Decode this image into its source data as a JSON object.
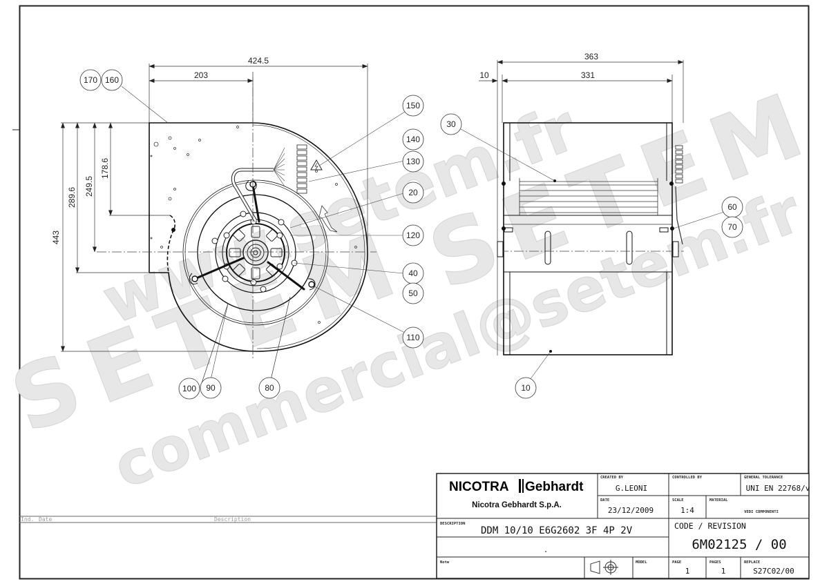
{
  "drawing": {
    "front_view": {
      "dimensions": {
        "overall_width": "424.5",
        "half_width": "203",
        "overall_height": "443",
        "height_outlet": "289.6",
        "height_axis": "249.5",
        "height_cutoff": "178.6"
      }
    },
    "side_view": {
      "dimensions": {
        "overall_depth": "363",
        "flange_offset": "10",
        "inner_width": "331"
      }
    },
    "balloons": {
      "b170": "170",
      "b160": "160",
      "b150": "150",
      "b140": "140",
      "b130": "130",
      "b20": "20",
      "b120": "120",
      "b40": "40",
      "b50": "50",
      "b110": "110",
      "b100": "100",
      "b90": "90",
      "b80": "80",
      "b30": "30",
      "b60": "60",
      "b70": "70",
      "b10": "10"
    }
  },
  "watermarks": {
    "line1": "www.setem.fr",
    "line2": "SETEM",
    "line3": "SETEM",
    "line4": "commercial@setem.fr"
  },
  "revision_table": {
    "col_ind": "Ind.",
    "col_date": "Date",
    "col_description": "Description"
  },
  "title_block": {
    "logo_left": "NICOTRA",
    "logo_right": "Gebhardt",
    "company": "Nicotra Gebhardt S.p.A.",
    "created_by_label": "CREATED BY",
    "created_by": "G.LEONI",
    "date_label": "DATE",
    "date": "23/12/2009",
    "controlled_by_label": "CONTROLLED BY",
    "controlled_by": "",
    "general_tolerance_label": "GENERAL TOLERANCE",
    "general_tolerance": "UNI EN 22768/v",
    "scale_label": "SCALE",
    "scale": "1:4",
    "material_label": "MATERIAL",
    "material": "VEDI COMPONENTI",
    "description_label": "DESCRIPTION",
    "description": "DDM 10/10 E6G2602 3F 4P 2V",
    "description_line2": ".",
    "code_revision_label": "CODE / REVISION",
    "code_revision": "6M02125 / 00",
    "note_label": "Note",
    "model_label": "MODEL",
    "model": "",
    "page_label": "PAGE",
    "page": "1",
    "pages_label": "PAGES",
    "pages": "1",
    "replace_label": "REPLACE",
    "replace": "S27C02/00"
  }
}
